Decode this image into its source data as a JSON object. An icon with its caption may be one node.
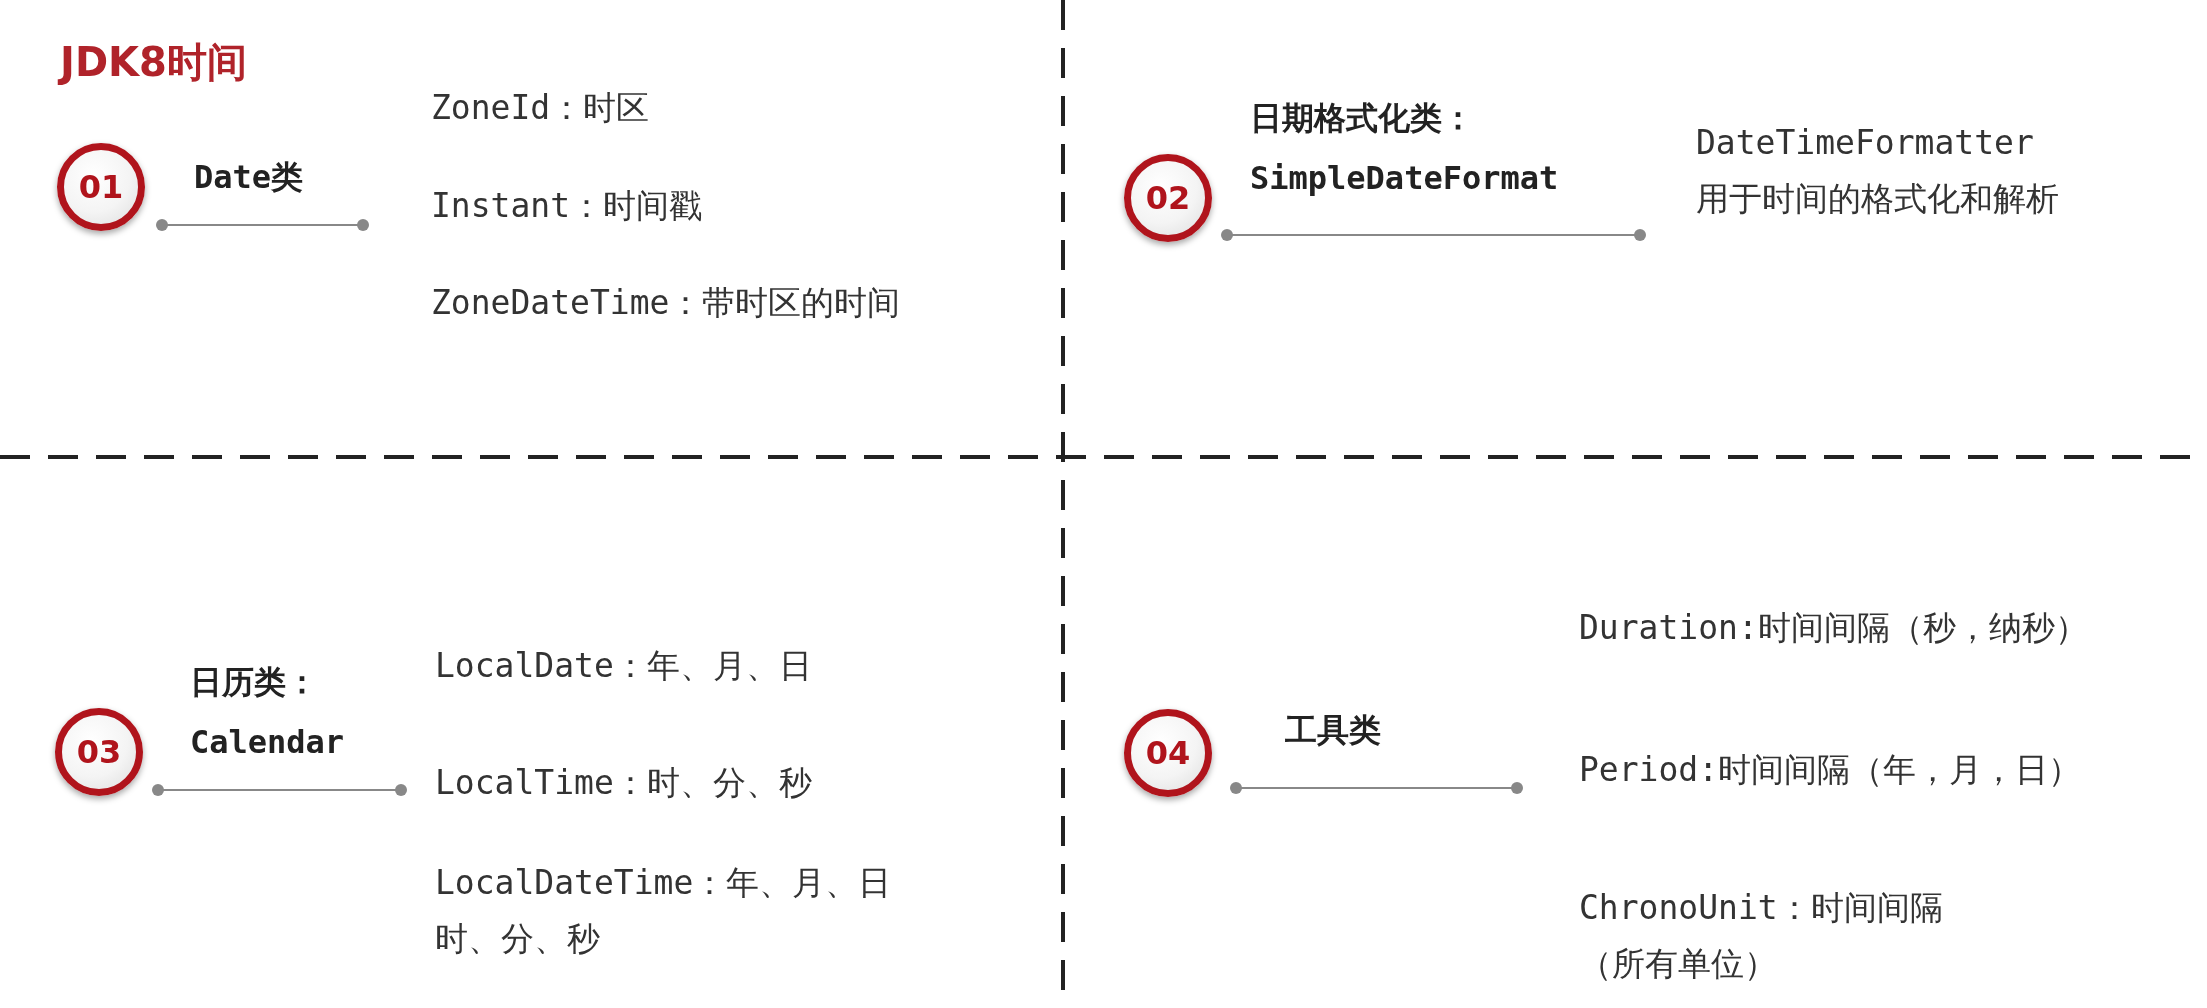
{
  "diagram": {
    "title": "JDK8时间",
    "nodes": [
      {
        "text": [
          "01"
        ],
        "beside": [
          "Date类"
        ]
      },
      {
        "text": [
          "02"
        ],
        "beside": [
          "日期格式化类：",
          "SimpleDateFormat"
        ]
      },
      {
        "text": [
          "03"
        ],
        "beside": [
          "日历类：",
          "Calendar"
        ]
      },
      {
        "text": [
          "04"
        ],
        "beside": [
          "工具类"
        ]
      }
    ],
    "edges": [],
    "labels": [
      "ZoneId：时区",
      "Instant：时间戳",
      "ZoneDateTime：带时区的时间",
      "DateTimeFormatter 用于时间的格式化和解析",
      "LocalDate：年、月、日",
      "LocalTime：时、分、秒",
      "LocalDateTime：年、月、日时、分、秒",
      "Duration:时间间隔（秒，纳秒）",
      "Period:时间间隔（年，月，日）",
      "ChronoUnit：时间间隔（所有单位）"
    ]
  }
}
